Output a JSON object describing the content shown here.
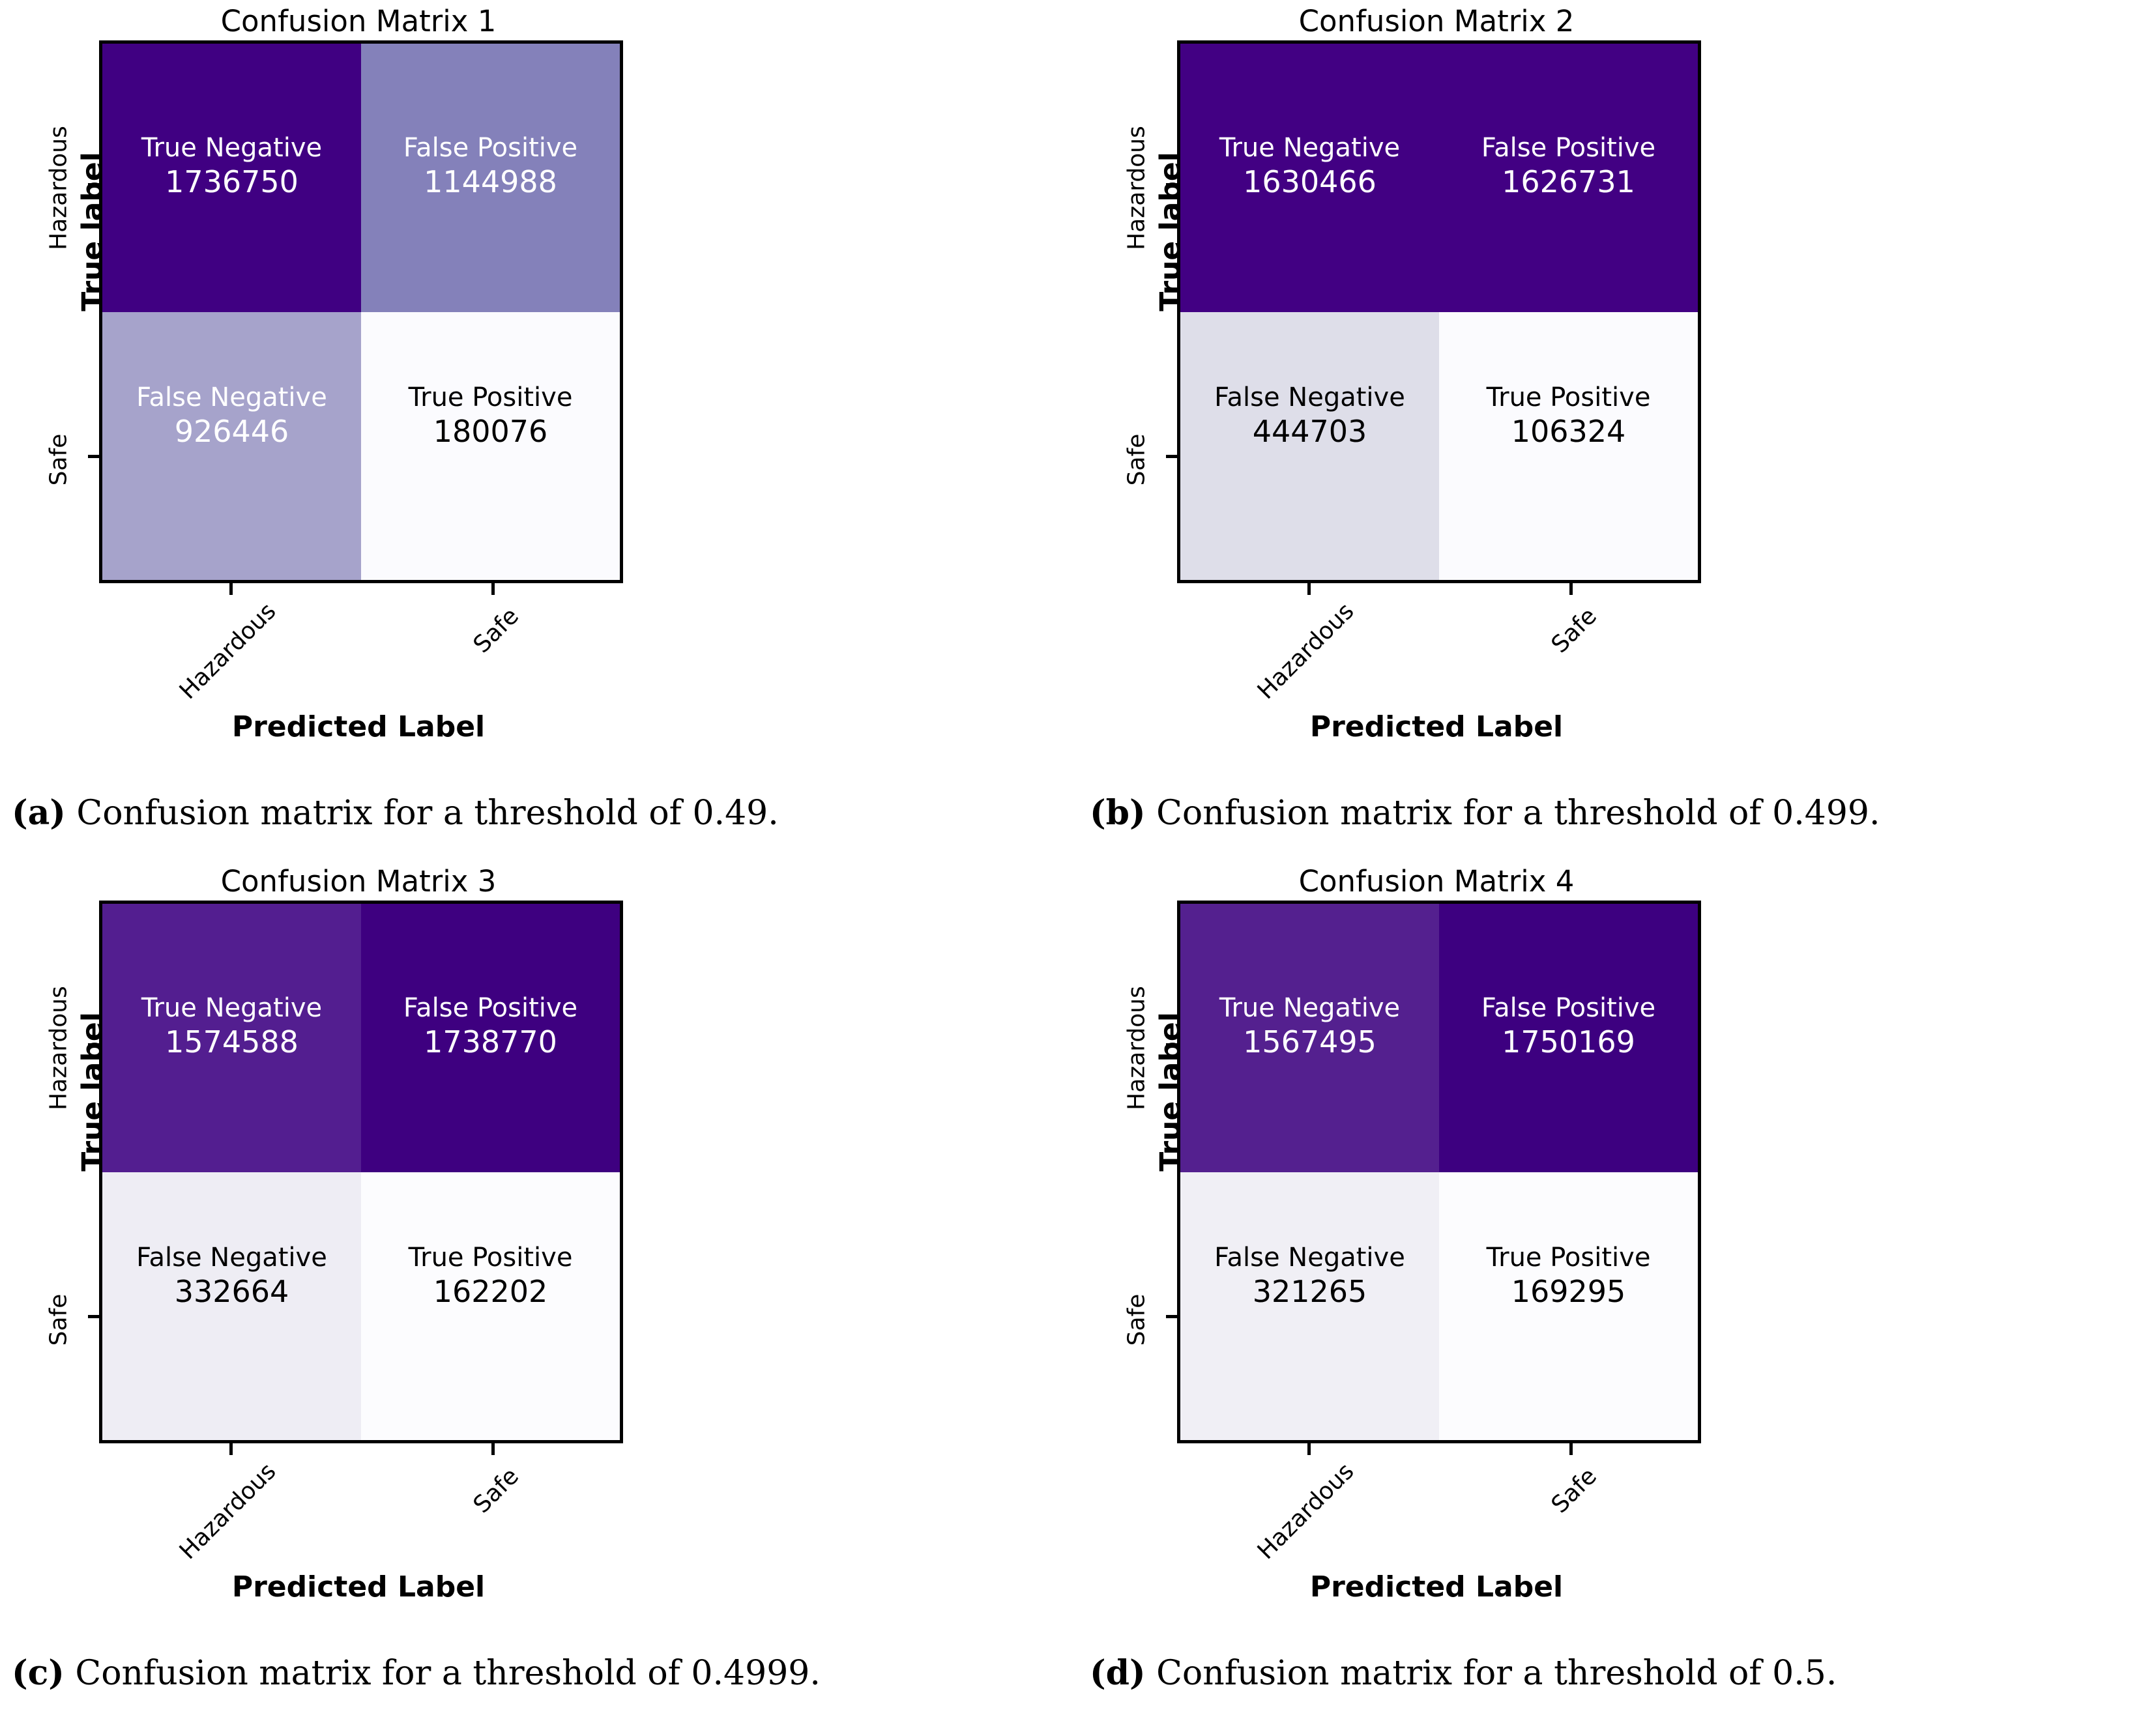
{
  "chart_data": [
    {
      "type": "heatmap",
      "title": "Confusion Matrix 1",
      "xlabel": "Predicted Label",
      "ylabel": "True label",
      "xticklabels": [
        "Hazardous",
        "Safe"
      ],
      "yticklabels": [
        "Hazardous",
        "Safe"
      ],
      "cells": [
        {
          "label": "True Negative",
          "value": "1736750",
          "color": "#400082",
          "text_color": "#ffffff"
        },
        {
          "label": "False Positive",
          "value": "1144988",
          "color": "#8481ba",
          "text_color": "#ffffff"
        },
        {
          "label": "False Negative",
          "value": "926446",
          "color": "#a6a3cb",
          "text_color": "#ffffff"
        },
        {
          "label": "True Positive",
          "value": "180076",
          "color": "#fbfbfe",
          "text_color": "#000000"
        }
      ]
    },
    {
      "type": "heatmap",
      "title": "Confusion Matrix 2",
      "xlabel": "Predicted Label",
      "ylabel": "True label",
      "xticklabels": [
        "Hazardous",
        "Safe"
      ],
      "yticklabels": [
        "Hazardous",
        "Safe"
      ],
      "cells": [
        {
          "label": "True Negative",
          "value": "1630466",
          "color": "#420083",
          "text_color": "#ffffff"
        },
        {
          "label": "False Positive",
          "value": "1626731",
          "color": "#420083",
          "text_color": "#ffffff"
        },
        {
          "label": "False Negative",
          "value": "444703",
          "color": "#dedee9",
          "text_color": "#000000"
        },
        {
          "label": "True Positive",
          "value": "106324",
          "color": "#fbfbfe",
          "text_color": "#000000"
        }
      ]
    },
    {
      "type": "heatmap",
      "title": "Confusion Matrix 3",
      "xlabel": "Predicted Label",
      "ylabel": "True label",
      "xticklabels": [
        "Hazardous",
        "Safe"
      ],
      "yticklabels": [
        "Hazardous",
        "Safe"
      ],
      "cells": [
        {
          "label": "True Negative",
          "value": "1574588",
          "color": "#531e90",
          "text_color": "#ffffff"
        },
        {
          "label": "False Positive",
          "value": "1738770",
          "color": "#3e0080",
          "text_color": "#ffffff"
        },
        {
          "label": "False Negative",
          "value": "332664",
          "color": "#eeedf4",
          "text_color": "#000000"
        },
        {
          "label": "True Positive",
          "value": "162202",
          "color": "#fcfcfe",
          "text_color": "#000000"
        }
      ]
    },
    {
      "type": "heatmap",
      "title": "Confusion Matrix 4",
      "xlabel": "Predicted Label",
      "ylabel": "True label",
      "xticklabels": [
        "Hazardous",
        "Safe"
      ],
      "yticklabels": [
        "Hazardous",
        "Safe"
      ],
      "cells": [
        {
          "label": "True Negative",
          "value": "1567495",
          "color": "#54208f",
          "text_color": "#ffffff"
        },
        {
          "label": "False Positive",
          "value": "1750169",
          "color": "#3d0080",
          "text_color": "#ffffff"
        },
        {
          "label": "False Negative",
          "value": "321265",
          "color": "#f0eff5",
          "text_color": "#000000"
        },
        {
          "label": "True Positive",
          "value": "169295",
          "color": "#fcfcfe",
          "text_color": "#000000"
        }
      ]
    }
  ],
  "captions": [
    {
      "tag": "(a)",
      "text": " Confusion matrix for a threshold of 0.49."
    },
    {
      "tag": "(b)",
      "text": " Confusion matrix for a threshold of 0.499."
    },
    {
      "tag": "(c)",
      "text": " Confusion matrix for a threshold of 0.4999."
    },
    {
      "tag": "(d)",
      "text": " Confusion matrix for a threshold of 0.5."
    }
  ]
}
